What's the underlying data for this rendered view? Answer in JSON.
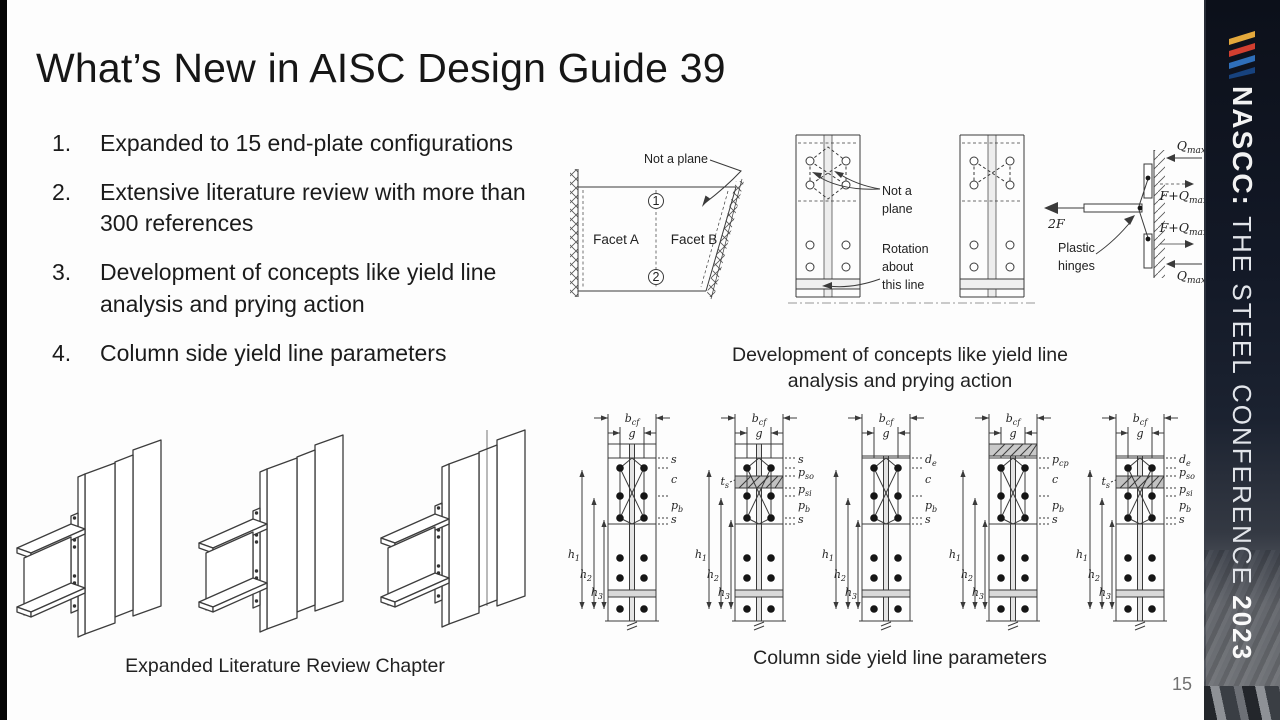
{
  "slide": {
    "title": "What’s New in AISC Design Guide 39",
    "page_number": "15",
    "list": [
      {
        "num": "1.",
        "text": "Expanded to 15 end-plate configurations"
      },
      {
        "num": "2.",
        "text": "Extensive literature review with more than 300 references"
      },
      {
        "num": "3.",
        "text": "Development of concepts like yield line analysis and prying action"
      },
      {
        "num": "4.",
        "text": "Column side yield line parameters"
      }
    ],
    "figures": {
      "yield_line": {
        "caption": "Development of concepts like yield line analysis and prying action",
        "facet": {
          "not_a_plane": "Not a plane",
          "facet_a": "Facet A",
          "facet_b": "Facet B",
          "line_1": "1",
          "line_2": "2"
        },
        "columns": {
          "not_a_plane": [
            "Not a",
            "plane"
          ],
          "rotation": [
            "Rotation",
            "about",
            "this line"
          ]
        },
        "prying": {
          "force": "2F",
          "q_max": {
            "m": "Q",
            "s": "max"
          },
          "f_plus_q": {
            "m": "F+Q",
            "s": "max"
          },
          "plastic_hinges": [
            "Plastic",
            "hinges"
          ]
        }
      },
      "literature": {
        "caption": "Expanded Literature Review Chapter"
      },
      "column_params": {
        "caption": "Column side yield line parameters",
        "diagrams": [
          {
            "top_ext": true,
            "cap": false,
            "stiffener": false,
            "ts": null,
            "dims_top": [
              {
                "m": "b",
                "s": "cf"
              },
              {
                "m": "g",
                "s": ""
              }
            ],
            "left": [
              {
                "m": "h",
                "s": "1"
              },
              {
                "m": "h",
                "s": "2"
              },
              {
                "m": "h",
                "s": "3"
              }
            ],
            "right": [
              {
                "m": "s",
                "s": ""
              },
              {
                "m": "c",
                "s": ""
              },
              {
                "m": "p",
                "s": "b"
              },
              {
                "m": "s",
                "s": ""
              }
            ]
          },
          {
            "top_ext": true,
            "cap": false,
            "stiffener": true,
            "ts": {
              "m": "t",
              "s": "s"
            },
            "dims_top": [
              {
                "m": "b",
                "s": "cf"
              },
              {
                "m": "g",
                "s": ""
              }
            ],
            "left": [
              {
                "m": "h",
                "s": "1"
              },
              {
                "m": "h",
                "s": "2"
              },
              {
                "m": "h",
                "s": "3"
              }
            ],
            "right": [
              {
                "m": "s",
                "s": ""
              },
              {
                "m": "p",
                "s": "so"
              },
              {
                "m": "p",
                "s": "si"
              },
              {
                "m": "p",
                "s": "b"
              },
              {
                "m": "s",
                "s": ""
              }
            ]
          },
          {
            "top_ext": false,
            "cap": false,
            "stiffener": false,
            "ts": null,
            "dims_top": [
              {
                "m": "b",
                "s": "cf"
              },
              {
                "m": "g",
                "s": ""
              }
            ],
            "left": [
              {
                "m": "h",
                "s": "1"
              },
              {
                "m": "h",
                "s": "2"
              },
              {
                "m": "h",
                "s": "3"
              }
            ],
            "right": [
              {
                "m": "d",
                "s": "e"
              },
              {
                "m": "c",
                "s": ""
              },
              {
                "m": "p",
                "s": "b"
              },
              {
                "m": "s",
                "s": ""
              }
            ]
          },
          {
            "top_ext": false,
            "cap": true,
            "stiffener": false,
            "ts": null,
            "dims_top": [
              {
                "m": "b",
                "s": "cf"
              },
              {
                "m": "g",
                "s": ""
              }
            ],
            "left": [
              {
                "m": "h",
                "s": "1"
              },
              {
                "m": "h",
                "s": "2"
              },
              {
                "m": "h",
                "s": "3"
              }
            ],
            "right": [
              {
                "m": "p",
                "s": "cp"
              },
              {
                "m": "c",
                "s": ""
              },
              {
                "m": "p",
                "s": "b"
              },
              {
                "m": "s",
                "s": ""
              }
            ]
          },
          {
            "top_ext": false,
            "cap": false,
            "stiffener": true,
            "ts": {
              "m": "t",
              "s": "s"
            },
            "dims_top": [
              {
                "m": "b",
                "s": "cf"
              },
              {
                "m": "g",
                "s": ""
              }
            ],
            "left": [
              {
                "m": "h",
                "s": "1"
              },
              {
                "m": "h",
                "s": "2"
              },
              {
                "m": "h",
                "s": "3"
              }
            ],
            "right": [
              {
                "m": "d",
                "s": "e"
              },
              {
                "m": "p",
                "s": "so"
              },
              {
                "m": "p",
                "s": "si"
              },
              {
                "m": "p",
                "s": "b"
              },
              {
                "m": "s",
                "s": ""
              }
            ]
          }
        ]
      }
    },
    "sidebar": {
      "brand": "NASCC:",
      "tagline": "THE STEEL CONFERENCE",
      "year": "2023"
    }
  }
}
